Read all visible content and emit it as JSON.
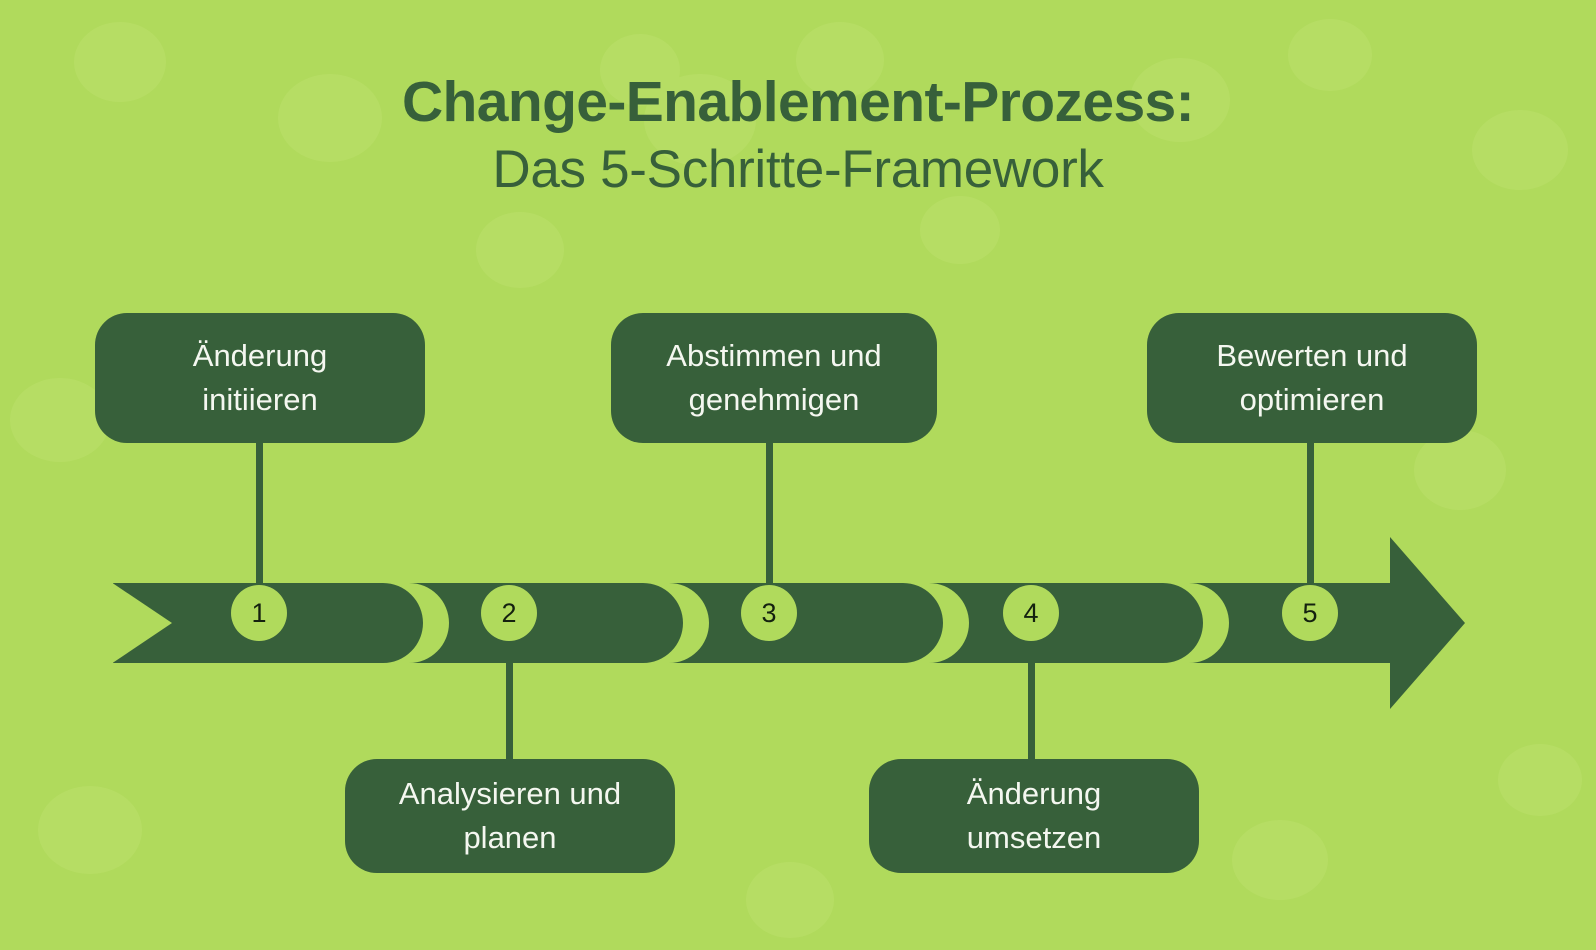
{
  "title": {
    "line1": "Change-Enablement-Prozess:",
    "line2": "Das 5-Schritte-Framework"
  },
  "colors": {
    "background": "#b0da5c",
    "dark_green": "#37603a",
    "label_text": "#f4f7f0",
    "badge_text": "#14210f",
    "title_text": "#37603a"
  },
  "steps": [
    {
      "number": "1",
      "label": "Änderung initiieren",
      "label_line1": "Änderung",
      "label_line2": "initiieren",
      "position": "above"
    },
    {
      "number": "2",
      "label": "Analysieren und planen",
      "label_line1": "Analysieren und",
      "label_line2": "planen",
      "position": "below"
    },
    {
      "number": "3",
      "label": "Abstimmen und genehmigen",
      "label_line1": "Abstimmen und",
      "label_line2": "genehmigen",
      "position": "above"
    },
    {
      "number": "4",
      "label": "Änderung umsetzen",
      "label_line1": "Änderung",
      "label_line2": "umsetzen",
      "position": "below"
    },
    {
      "number": "5",
      "label": "Bewerten und optimieren",
      "label_line1": "Bewerten und",
      "label_line2": "optimieren",
      "position": "above"
    }
  ],
  "chart_data": {
    "type": "diagram",
    "diagram_kind": "process-arrow-timeline",
    "title": "Change-Enablement-Prozess: Das 5-Schritte-Framework",
    "step_count": 5,
    "direction": "left-to-right",
    "steps": [
      {
        "index": 1,
        "label": "Änderung initiieren",
        "label_side": "above"
      },
      {
        "index": 2,
        "label": "Analysieren und planen",
        "label_side": "below"
      },
      {
        "index": 3,
        "label": "Abstimmen und genehmigen",
        "label_side": "above"
      },
      {
        "index": 4,
        "label": "Änderung umsetzen",
        "label_side": "below"
      },
      {
        "index": 5,
        "label": "Bewerten und optimieren",
        "label_side": "above"
      }
    ]
  }
}
